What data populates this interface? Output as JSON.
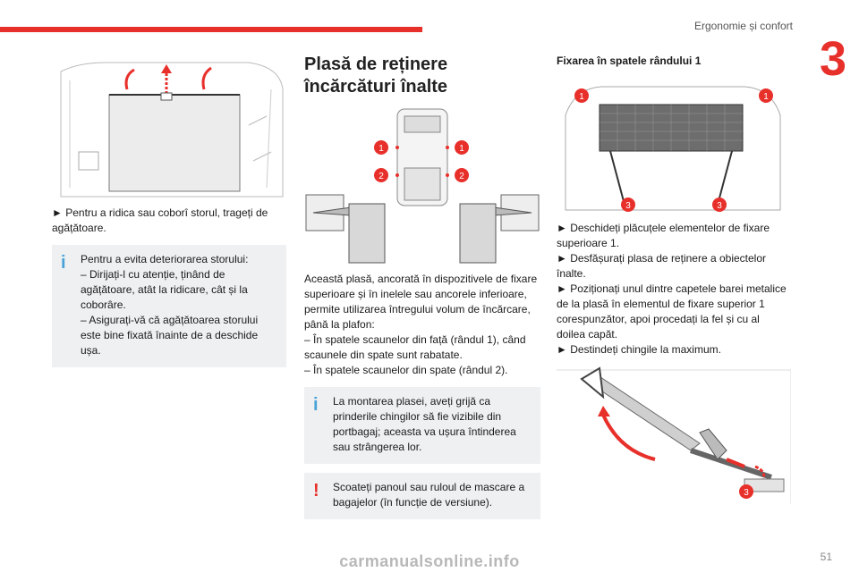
{
  "header": {
    "title": "Ergonomie și confort",
    "chapter": "3"
  },
  "col1": {
    "caption": "► Pentru a ridica sau coborî storul, trageți de agățătoare.",
    "note": {
      "icon": "info-icon",
      "lines": [
        "Pentru a evita deteriorarea storului:",
        "– Dirijați-l cu atenție, ținând de agățătoare, atât la ridicare, cât și la coborâre.",
        "– Asigurați-vă că agățătoarea storului este bine fixată înainte de a deschide ușa."
      ]
    }
  },
  "col2": {
    "title": "Plasă de reținere încărcături înalte",
    "callouts": [
      "1",
      "1",
      "2",
      "2"
    ],
    "body": [
      "Această plasă, ancorată în dispozitivele de fixare superioare și în inelele sau ancorele inferioare, permite utilizarea întregului volum de încărcare, până la plafon:",
      "– În spatele scaunelor din față (rândul 1), când scaunele din spate sunt rabatate.",
      "– În spatele scaunelor din spate (rândul 2)."
    ],
    "note_info": "La montarea plasei, aveți grijă ca prinderile chingilor să fie vizibile din portbagaj; aceasta va ușura întinderea sau strângerea lor.",
    "note_warn": "Scoateți panoul sau ruloul de mascare a bagajelor (în funcție de versiune)."
  },
  "col3": {
    "subtitle": "Fixarea în spatele rândului 1",
    "callouts_top": [
      "1",
      "1",
      "3",
      "3"
    ],
    "steps": [
      "► Deschideți plăcuțele elementelor de fixare superioare 1.",
      "► Desfășurați plasa de reținere a obiectelor înalte.",
      "► Poziționați unul dintre capetele barei metalice de la plasă în elementul de fixare superior 1 corespunzător, apoi procedați la fel și cu al doilea capăt.",
      "► Destindeți chingile la maximum."
    ],
    "callout_bottom": "3"
  },
  "footer": {
    "page": "51",
    "watermark": "carmanualsonline.info"
  },
  "colors": {
    "accent": "#e8302b",
    "info": "#4aa3d8",
    "note_bg": "#eef0f2"
  }
}
